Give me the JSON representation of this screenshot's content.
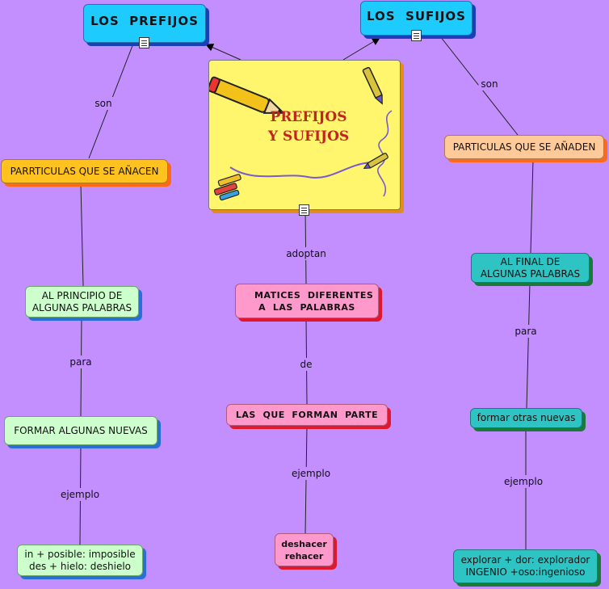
{
  "nodes": {
    "prefijos": "LOS  PREFIJOS",
    "sufijos": "LOS  SUFIJOS",
    "center_title_1": "PREFIJOS",
    "center_title_2": "Y SUFIJOS",
    "parr_left": "PARRTICULAS QUE SE AÑACEN",
    "al_principio": [
      "AL PRINCIPIO DE",
      "ALGUNAS PALABRAS"
    ],
    "formar_left": "FORMAR ALGUNAS NUEVAS",
    "ejemplo_left": [
      "in + posible: imposible",
      "des + hielo: deshielo"
    ],
    "matices": [
      "MATICES  DIFERENTES",
      "A  LAS  PALABRAS"
    ],
    "las_que": "LAS  QUE  FORMAN  PARTE",
    "deshacer": [
      "deshacer",
      "rehacer"
    ],
    "particulas_right": "PARTICULAS QUE SE AÑADEN",
    "al_final": [
      "AL FINAL DE",
      "ALGUNAS PALABRAS"
    ],
    "formar_right": "formar otras nuevas",
    "ejemplo_right": [
      "explorar + dor: explorador",
      "INGENIO +oso:ingenioso"
    ]
  },
  "links": {
    "son_left": "son",
    "son_right": "son",
    "adoptan": "adoptan",
    "para_left": "para",
    "para_right": "para",
    "de": "de",
    "ejemplo_left": "ejemplo",
    "ejemplo_center": "ejemplo",
    "ejemplo_right": "ejemplo"
  },
  "colors": {
    "background": "#c38fff",
    "cyan": "#1ecbff",
    "orange": "#ffc21e",
    "peach": "#ffca99",
    "mint": "#ccffcc",
    "teal": "#2ec4c4",
    "pink": "#ff99cc",
    "center_fill": "#fff66e",
    "center_title": "#c0261f"
  },
  "icons": [
    "document-icon",
    "pencil-icon",
    "crayon-icon"
  ]
}
